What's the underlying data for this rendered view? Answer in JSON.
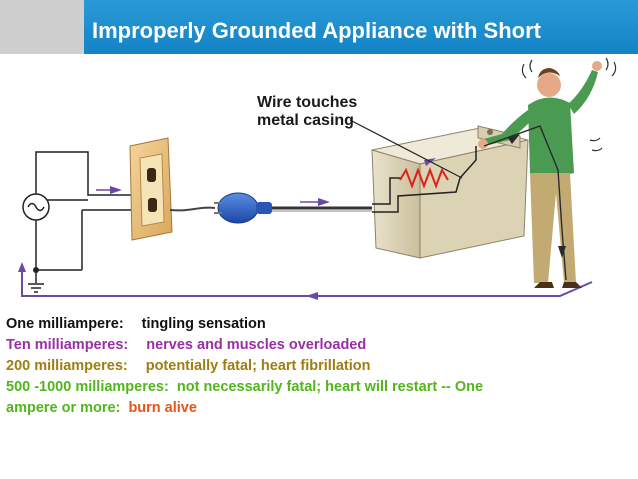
{
  "slide": {
    "title": "Improperly Grounded Appliance with Short"
  },
  "diagram": {
    "callout_line1": "Wire touches",
    "callout_line2": "metal casing"
  },
  "notes": {
    "line1_label": "One milliampere:",
    "line1_value": "tingling sensation",
    "line2_label": "Ten milliamperes:",
    "line2_value": "nerves and muscles overloaded",
    "line3_label": "200 milliamperes:",
    "line3_value": "potentially fatal; heart fibrillation",
    "line4_text": "500 -1000 milliamperes:  not necessarily fatal; heart will restart -- One",
    "line5_label": "ampere or more:",
    "line5_value": "burn alive"
  },
  "colors": {
    "title_bar": "#1a8fd0",
    "black_text": "#111111",
    "purple_text": "#9a2fa5",
    "olive_text": "#a07d10",
    "green_text": "#52b51b",
    "orange_text": "#e2561b"
  }
}
